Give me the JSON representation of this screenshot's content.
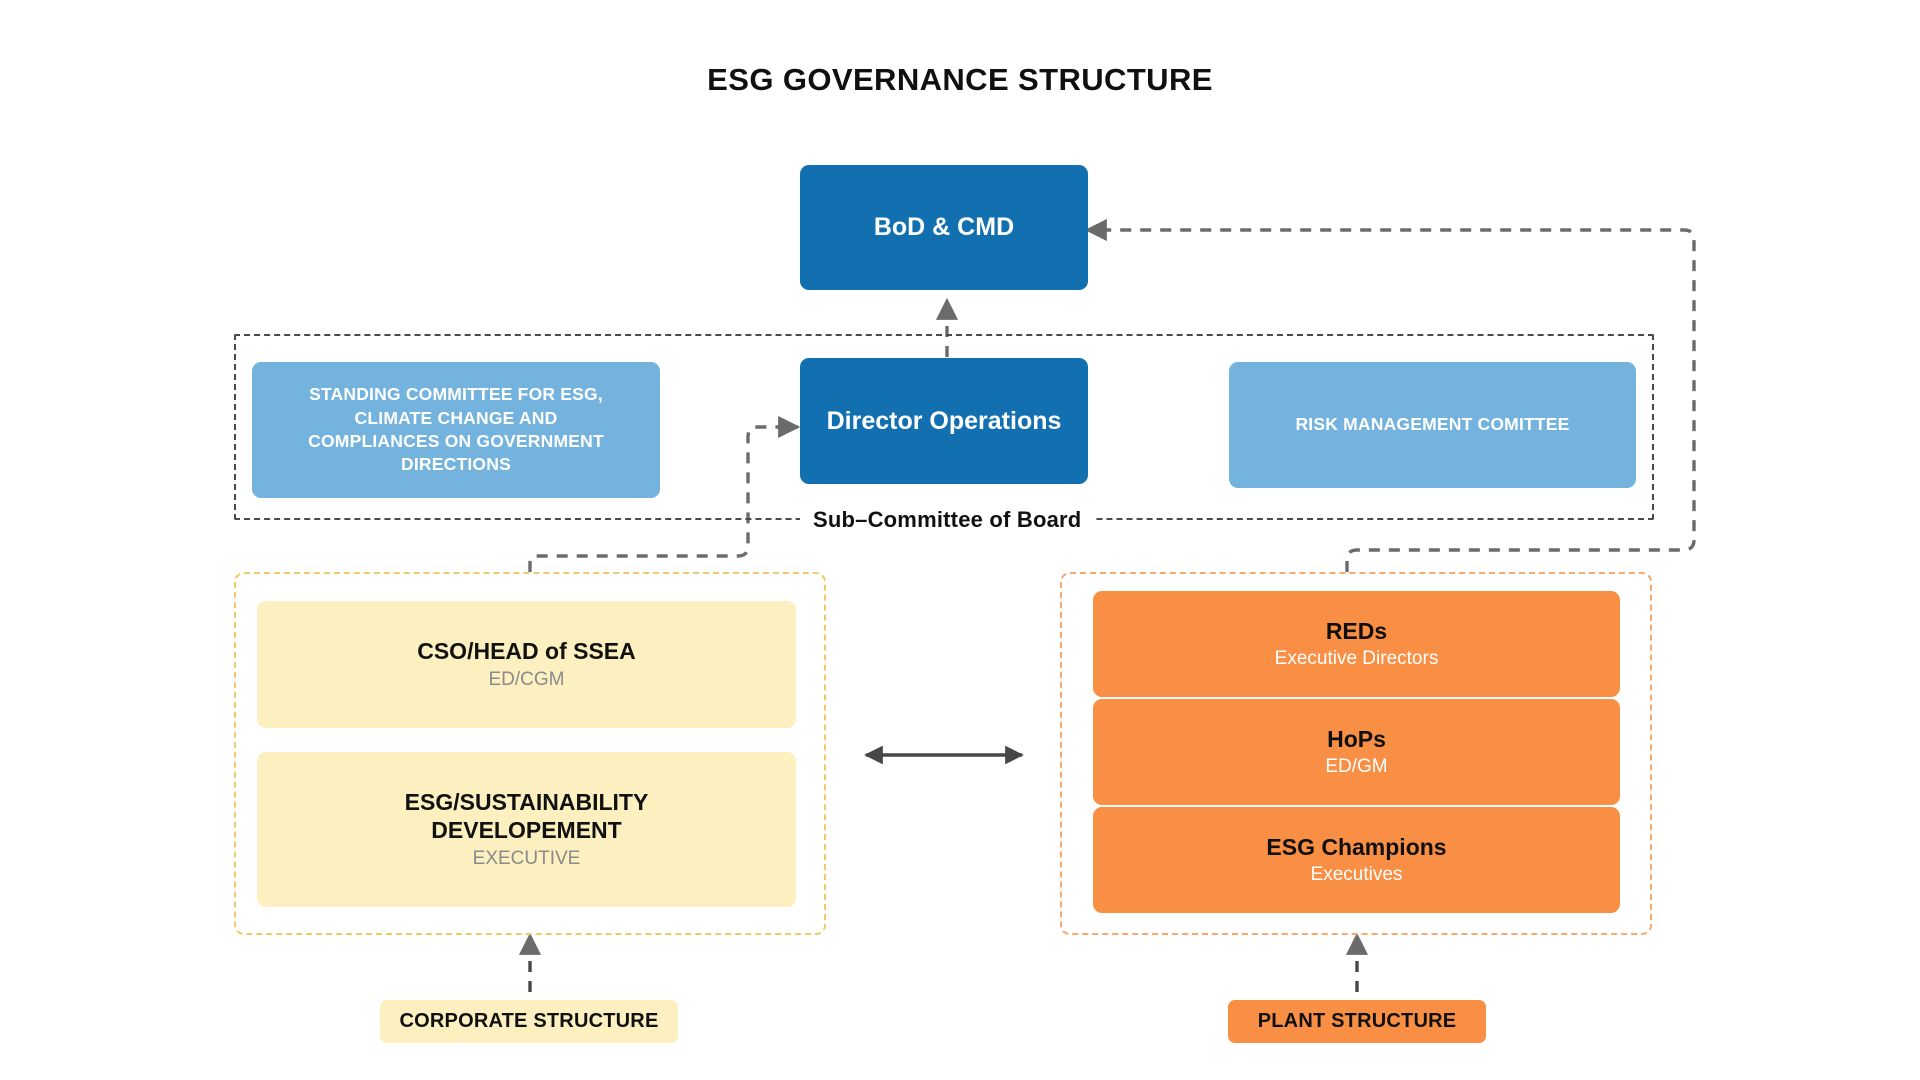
{
  "page": {
    "title": "ESG GOVERNANCE STRUCTURE",
    "background": "#ffffff"
  },
  "colors": {
    "primary_blue": "#1270b0",
    "committee_blue": "#74b3dd",
    "corporate_yellow": "#fdf0c0",
    "corporate_frame": "#f0c96a",
    "plant_orange": "#f98f44",
    "plant_frame": "#f9a86e",
    "connector_gray": "#5a5a5a",
    "subtitle_gray": "#8a8a8a",
    "text_dark": "#101010"
  },
  "board_group": {
    "frame_label": "Sub–Committee of Board",
    "standing_committee": {
      "title": "STANDING COMMITTEE FOR ESG, CLIMATE CHANGE AND COMPLIANCES ON GOVERNMENT DIRECTIONS",
      "lines": [
        "STANDING COMMITTEE FOR ESG,",
        "CLIMATE CHANGE AND",
        "COMPLIANCES ON GOVERNMENT",
        "DIRECTIONS"
      ]
    },
    "director_operations": {
      "title": "Director Operations"
    },
    "risk_committee": {
      "title": "RISK MANAGEMENT COMITTEE"
    }
  },
  "top_node": {
    "title": "BoD & CMD"
  },
  "corporate_group": {
    "legend": "CORPORATE STRUCTURE",
    "nodes": [
      {
        "title": "CSO/HEAD of SSEA",
        "subtitle": "ED/CGM"
      },
      {
        "title_lines": [
          "ESG/SUSTAINABILITY",
          "DEVELOPEMENT"
        ],
        "title": "ESG/SUSTAINABILITY DEVELOPEMENT",
        "subtitle": "EXECUTIVE"
      }
    ]
  },
  "plant_group": {
    "legend": "PLANT STRUCTURE",
    "nodes": [
      {
        "title": "REDs",
        "subtitle": "Executive Directors"
      },
      {
        "title": "HoPs",
        "subtitle": "ED/GM"
      },
      {
        "title": "ESG Champions",
        "subtitle": "Executives"
      }
    ]
  },
  "connectors": [
    {
      "name": "director-ops-to-bod",
      "style": "dashed",
      "arrow": "up"
    },
    {
      "name": "corporate-to-director-ops",
      "style": "dashed",
      "arrow": "right"
    },
    {
      "name": "plant-to-bod",
      "style": "dashed",
      "arrow": "left"
    },
    {
      "name": "corporate-plant-link",
      "style": "solid",
      "arrow": "both"
    },
    {
      "name": "corporate-legend-to-group",
      "style": "dashed",
      "arrow": "up"
    },
    {
      "name": "plant-legend-to-group",
      "style": "dashed",
      "arrow": "up"
    }
  ]
}
